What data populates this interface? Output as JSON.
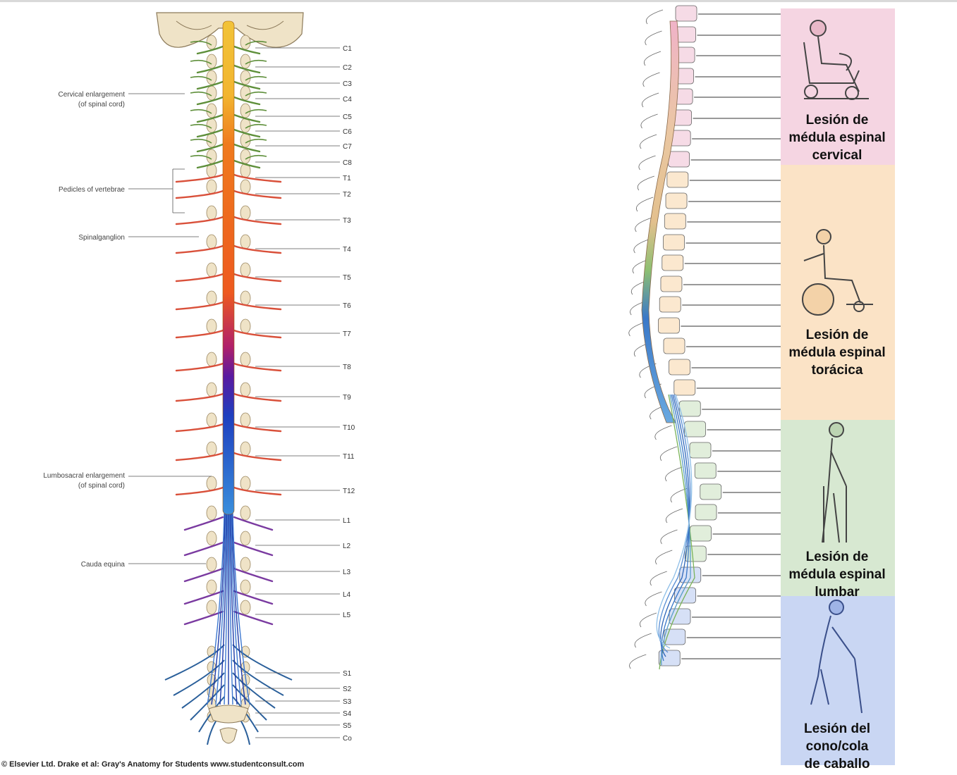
{
  "left_diagram": {
    "segments": [
      "C1",
      "C2",
      "C3",
      "C4",
      "C5",
      "C6",
      "C7",
      "C8",
      "T1",
      "T2",
      "T3",
      "T4",
      "T5",
      "T6",
      "T7",
      "T8",
      "T9",
      "T10",
      "T11",
      "T12",
      "L1",
      "L2",
      "L3",
      "L4",
      "L5",
      "S1",
      "S2",
      "S3",
      "S4",
      "S5",
      "Co"
    ],
    "annotations": {
      "cervical_1": "Cervical enlargement",
      "cervical_2": "(of spinal cord)",
      "pedicles": "Pedicles of vertebrae",
      "ganglion": "Spinalganglion",
      "lumbo_1": "Lumbosacral enlargement",
      "lumbo_2": "(of spinal cord)",
      "cauda": "Cauda equina"
    },
    "credit": "© Elsevier Ltd. Drake et al: Gray's Anatomy for Students www.studentconsult.com"
  },
  "right_diagram": {
    "bands": [
      {
        "lines": [
          "Lesión de",
          "médula espinal",
          "cervical"
        ],
        "color": "#f5d5e2"
      },
      {
        "lines": [
          "Lesión de",
          "médula espinal",
          "torácica"
        ],
        "color": "#fbe3c6"
      },
      {
        "lines": [
          "Lesión de",
          "médula espinal",
          "lumbar"
        ],
        "color": "#d7e8d1"
      },
      {
        "lines": [
          "Lesión del",
          "cono/cola",
          "de caballo"
        ],
        "color": "#c9d6f3"
      }
    ]
  },
  "colors": {
    "cervical_nerve": "#5e8f3a",
    "thoracic_nerve": "#d9503a",
    "lumbar_nerve": "#7a3aa0",
    "sacral_nerve": "#2a5f9a",
    "cord_top": "#f2b530",
    "cord_mid": "#ee6a1f",
    "cord_low": "#1f3fbf",
    "bone": "#efe3c7"
  }
}
